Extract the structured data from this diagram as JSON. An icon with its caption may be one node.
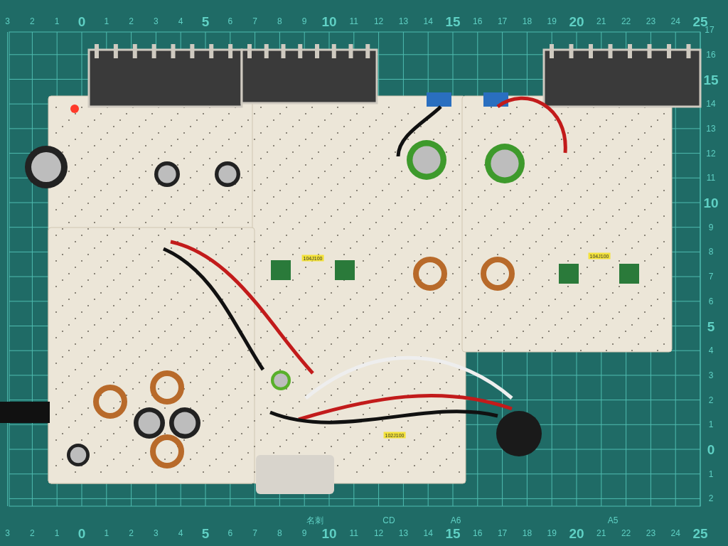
{
  "diagram": {
    "labels": [
      "3",
      "2",
      "1",
      "0",
      "1",
      "2",
      "3",
      "4",
      "5",
      "6",
      "7",
      "8",
      "9",
      "10",
      "11",
      "12",
      "13",
      "14",
      "15",
      "16",
      "17",
      "18",
      "19",
      "20",
      "21",
      "22",
      "23",
      "24",
      "25",
      "17",
      "16",
      "15",
      "14",
      "13",
      "12",
      "11",
      "10",
      "9",
      "8",
      "7",
      "6",
      "5",
      "4",
      "3",
      "2",
      "1",
      "0",
      "1",
      "2",
      "104J100",
      "104J100",
      "102J100",
      "名刺",
      "CD",
      "A6",
      "A5",
      "3",
      "2",
      "1",
      "0",
      "1",
      "2",
      "3",
      "4",
      "5",
      "6",
      "7",
      "8",
      "9",
      "10",
      "11",
      "12",
      "13",
      "14",
      "15",
      "16",
      "17",
      "18",
      "19",
      "20",
      "21",
      "22",
      "23",
      "24",
      "25"
    ]
  }
}
